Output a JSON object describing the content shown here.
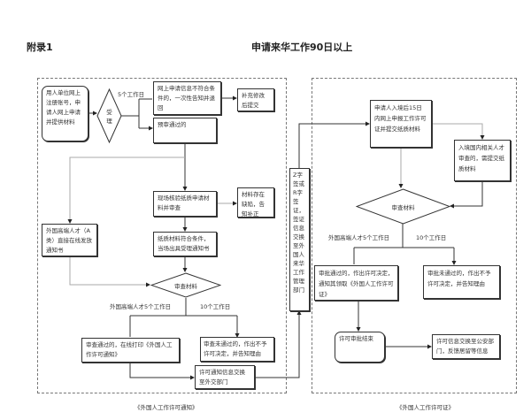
{
  "header": {
    "appendix": "附录1",
    "title": "申请来华工作90日以上"
  },
  "left": {
    "apply": "用人单位网上注册账号，申请人网上申请并提供材料",
    "accept": "受理",
    "days5": "5个工作日",
    "reject_online": "网上申请信息不符合条件的，一次性告知并退回",
    "supplement": "补充修改后提交",
    "pre_pass": "预审通过的",
    "onsite": "现场核验纸质申请材料并审查",
    "defect": "材料存在缺陷，告知补正",
    "high_talent": "外国高端人才（A类）直接在线发放通知书",
    "paper_ok": "纸质材料符合条件，当场出具受理通知书",
    "review": "审查材料",
    "label_high": "外国高端人才5个工作日",
    "label_10": "10个工作日",
    "approved": "审查通过的，在线打印《外国人工作许可通知》",
    "denied": "审查未通过的，作出不予许可决定，并告知理由",
    "exchange": "许可通知信息交换至外交部门",
    "caption": "《外国人工作许可通知》"
  },
  "middle": {
    "visa": "Z字签或R字签证，签证信息交换至外国人来华工作管理部门"
  },
  "right": {
    "entry": "申请人入境后15日内网上申报工作许可证并提交纸质材料",
    "domestic": "入境国内相关人才审查的，需提交纸质材料",
    "review": "审查材料",
    "label_high": "外国高端人才5个工作日",
    "label_10": "10个工作日",
    "approved": "审批通过的，作出许可决定，通知其领取《外国人工作许可证》",
    "denied": "审批未通过的，作出不予许可决定，并告知理由",
    "end": "许可审批结束",
    "police": "许可信息交换至公安部门，反馈居留等信息",
    "caption": "《外国人工作许可证》"
  }
}
